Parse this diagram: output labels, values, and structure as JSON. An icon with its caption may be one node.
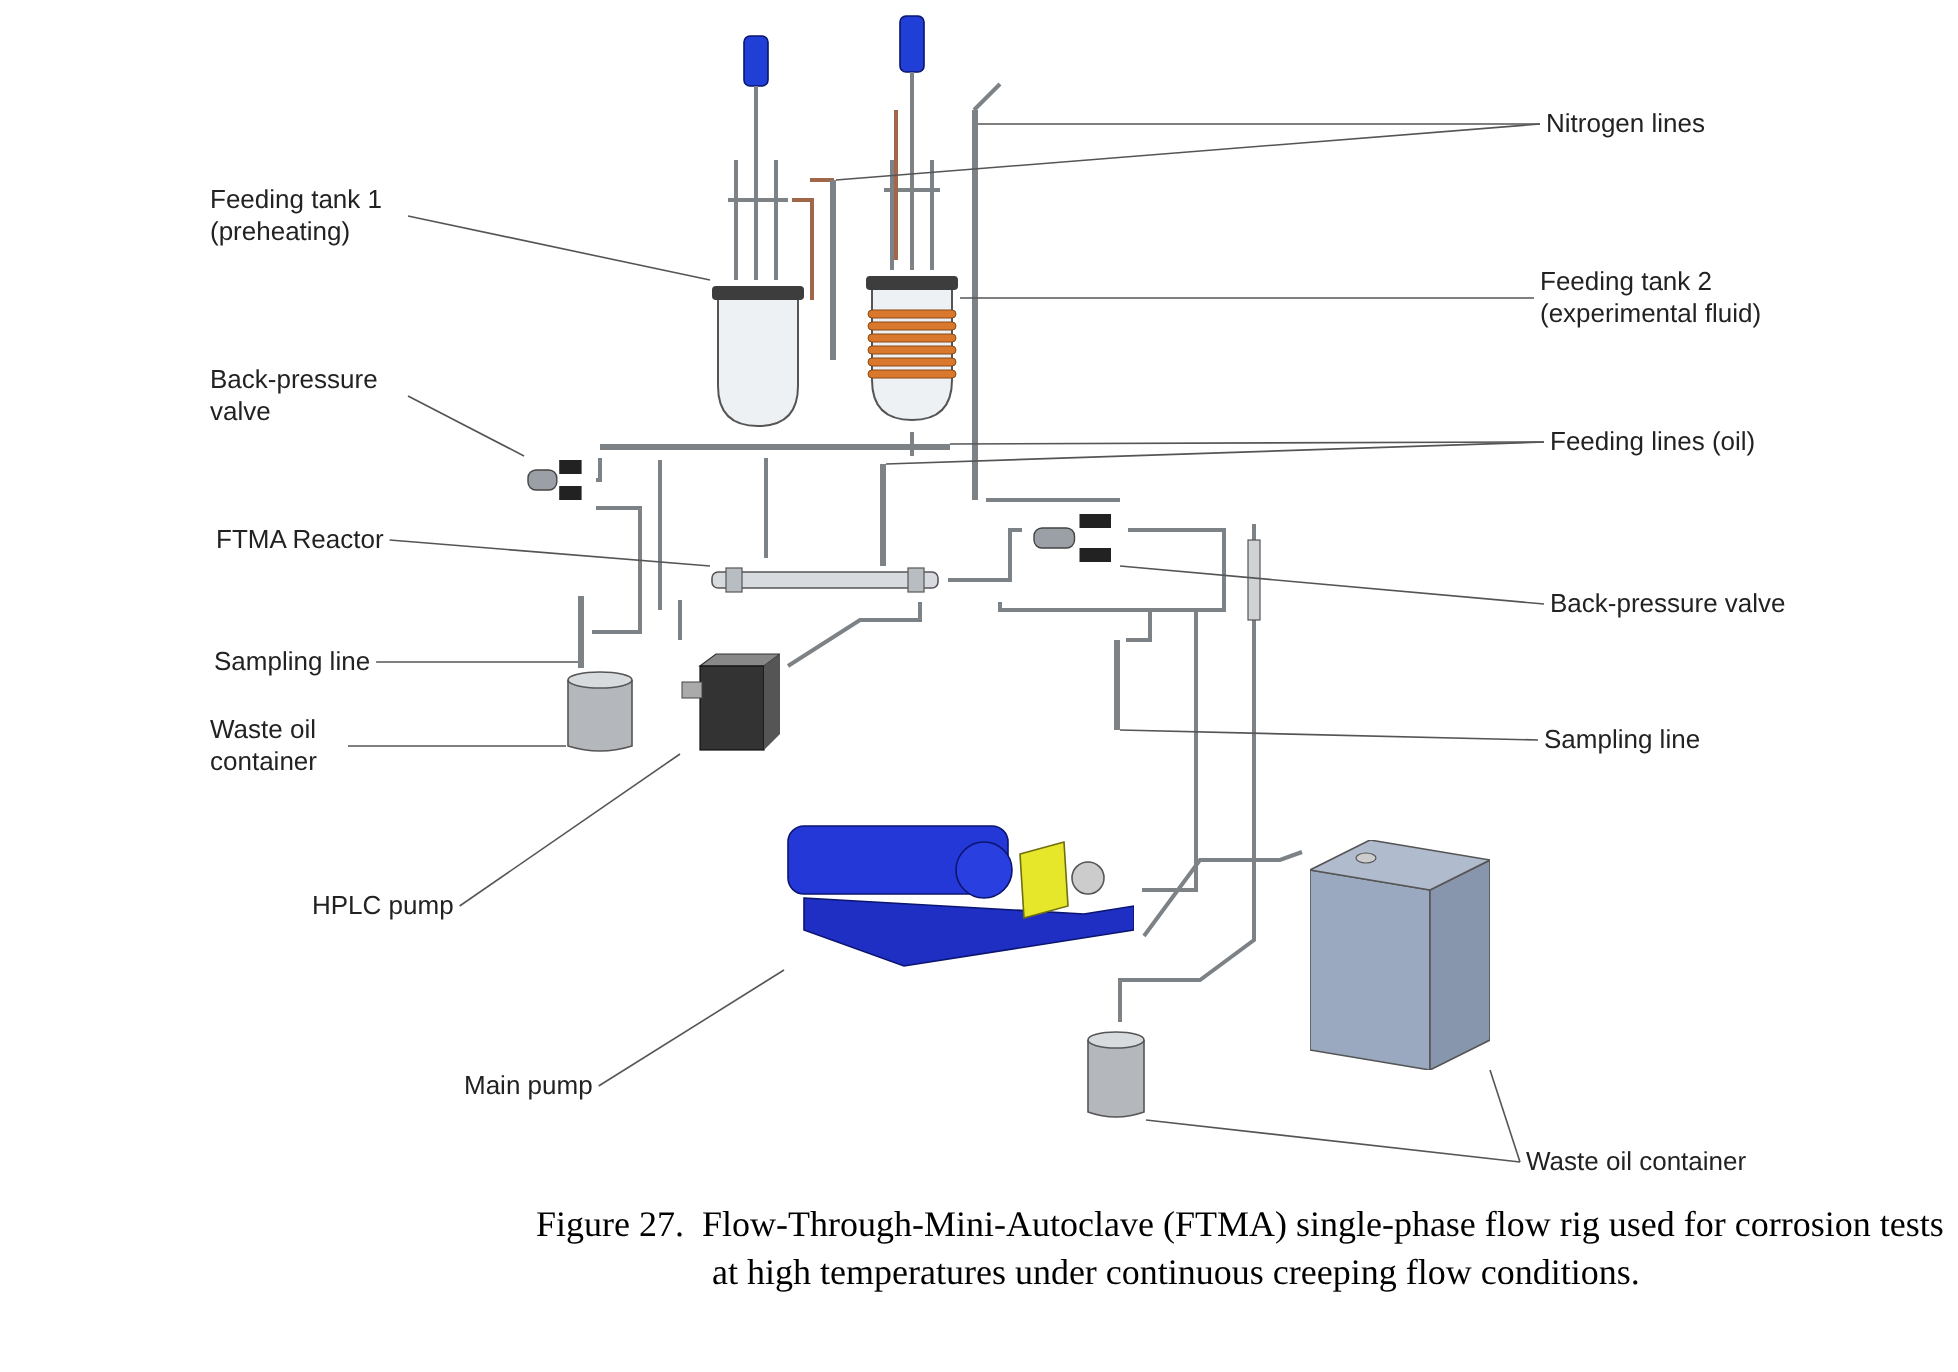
{
  "diagram": {
    "caption": "Figure 27.  Flow-Through-Mini-Autoclave (FTMA) single-phase flow rig used for corrosion tests at high temperatures under continuous creeping flow conditions.",
    "nodes": [
      {
        "text": [
          "Feeding tank 1 (preheating)"
        ]
      },
      {
        "text": [
          "Back-pressure valve"
        ]
      },
      {
        "text": [
          "FTMA Reactor"
        ]
      },
      {
        "text": [
          "Sampling line"
        ]
      },
      {
        "text": [
          "Waste oil container"
        ]
      },
      {
        "text": [
          "HPLC pump"
        ]
      },
      {
        "text": [
          "Main pump"
        ]
      },
      {
        "text": [
          "Nitrogen lines"
        ]
      },
      {
        "text": [
          "Feeding tank 2 (experimental fluid)"
        ]
      },
      {
        "text": [
          "Feeding lines (oil)"
        ]
      },
      {
        "text": [
          "Back-pressure valve"
        ]
      },
      {
        "text": [
          "Sampling line"
        ]
      },
      {
        "text": [
          "Waste oil container"
        ]
      },
      {
        "text": [],
        "shape": "cylinder"
      },
      {
        "text": [],
        "shape": "picture"
      },
      {
        "text": [],
        "shape": "cylinder"
      },
      {
        "text": [],
        "shape": "bar"
      },
      {
        "text": [],
        "shape": "cylinder"
      },
      {
        "text": [],
        "shape": "box"
      },
      {
        "text": [],
        "shape": "picture"
      },
      {
        "text": [],
        "shape": "bar"
      },
      {
        "text": [],
        "shape": "bar"
      },
      {
        "text": [],
        "shape": "picture"
      },
      {
        "text": [],
        "shape": "bar"
      },
      {
        "text": [],
        "shape": "bar"
      },
      {
        "text": [],
        "shape": "picture"
      },
      {
        "text": [],
        "shape": "bar"
      },
      {
        "text": [],
        "shape": "cylinder"
      },
      {
        "text": [],
        "shape": "box"
      }
    ],
    "edges": [
      {
        "from": 0,
        "to": 13,
        "arrow": "none"
      },
      {
        "from": 1,
        "to": 14,
        "arrow": "none"
      },
      {
        "from": 2,
        "to": 15,
        "arrow": "none"
      },
      {
        "from": 3,
        "to": 16,
        "arrow": "none"
      },
      {
        "from": 4,
        "to": 17,
        "arrow": "none"
      },
      {
        "from": 5,
        "to": 18,
        "arrow": "none"
      },
      {
        "from": 6,
        "to": 19,
        "arrow": "none"
      },
      {
        "from": 7,
        "to": 20,
        "arrow": "none"
      },
      {
        "from": 7,
        "to": 21,
        "arrow": "none"
      },
      {
        "from": 8,
        "to": 22,
        "arrow": "none"
      },
      {
        "from": 9,
        "to": 23,
        "arrow": "none"
      },
      {
        "from": 9,
        "to": 24,
        "arrow": "none"
      },
      {
        "from": 10,
        "to": 25,
        "arrow": "none"
      },
      {
        "from": 11,
        "to": 26,
        "arrow": "none"
      },
      {
        "from": 12,
        "to": 27,
        "arrow": "none"
      },
      {
        "from": 12,
        "to": 28,
        "arrow": "none"
      }
    ]
  }
}
